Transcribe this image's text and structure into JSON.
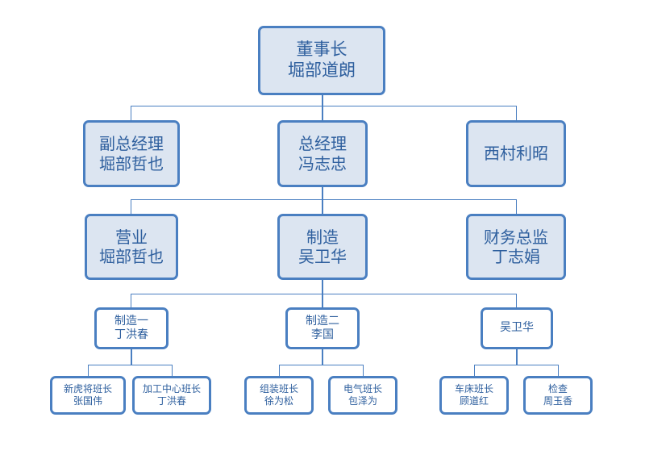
{
  "chart_data": {
    "type": "diagram",
    "diagram_kind": "organization-chart",
    "title": "",
    "colors": {
      "box_border": "#4a7fc1",
      "box_fill_primary": "#dce5f1",
      "box_fill_secondary": "#ffffff",
      "text": "#2e5f9e",
      "connector": "#4a7fc1",
      "background": "#ffffff"
    },
    "levels": [
      {
        "level": 1,
        "nodes": [
          {
            "id": "chairman",
            "title": "董事长",
            "name": "堀部道朗",
            "style": "filled"
          }
        ]
      },
      {
        "level": 2,
        "nodes": [
          {
            "id": "deputy-gm",
            "title": "副总经理",
            "name": "堀部哲也",
            "style": "filled"
          },
          {
            "id": "general-manager",
            "title": "总经理",
            "name": "冯志忠",
            "style": "filled"
          },
          {
            "id": "nishimura",
            "title": "西村利昭",
            "name": "",
            "style": "filled"
          }
        ]
      },
      {
        "level": 3,
        "nodes": [
          {
            "id": "sales",
            "title": "营业",
            "name": "堀部哲也",
            "style": "filled"
          },
          {
            "id": "manufacturing",
            "title": "制造",
            "name": "吴卫华",
            "style": "filled"
          },
          {
            "id": "finance-director",
            "title": "财务总监",
            "name": "丁志娟",
            "style": "filled"
          }
        ]
      },
      {
        "level": 4,
        "nodes": [
          {
            "id": "mfg-one",
            "title": "制造一",
            "name": "丁洪春",
            "style": "plain"
          },
          {
            "id": "mfg-two",
            "title": "制造二",
            "name": "李国",
            "style": "plain"
          },
          {
            "id": "wu-weihua",
            "title": "吴卫华",
            "name": "",
            "style": "plain"
          }
        ]
      },
      {
        "level": 5,
        "nodes": [
          {
            "id": "xinhujiang-team",
            "title": "新虎将班长",
            "name": "张国伟",
            "style": "plain"
          },
          {
            "id": "machining-center-team",
            "title": "加工中心班长",
            "name": "丁洪春",
            "style": "plain"
          },
          {
            "id": "assembly-team",
            "title": "组装班长",
            "name": "徐为松",
            "style": "plain"
          },
          {
            "id": "electrical-team",
            "title": "电气班长",
            "name": "包泽为",
            "style": "plain"
          },
          {
            "id": "lathe-team",
            "title": "车床班长",
            "name": "顾道红",
            "style": "plain"
          },
          {
            "id": "inspection-team",
            "title": "检查",
            "name": "周玉香",
            "style": "plain"
          }
        ]
      }
    ],
    "edges": [
      {
        "from": "chairman",
        "to": "deputy-gm"
      },
      {
        "from": "chairman",
        "to": "general-manager"
      },
      {
        "from": "chairman",
        "to": "nishimura"
      },
      {
        "from": "general-manager",
        "to": "sales"
      },
      {
        "from": "general-manager",
        "to": "manufacturing"
      },
      {
        "from": "general-manager",
        "to": "finance-director"
      },
      {
        "from": "manufacturing",
        "to": "mfg-one"
      },
      {
        "from": "manufacturing",
        "to": "mfg-two"
      },
      {
        "from": "manufacturing",
        "to": "wu-weihua"
      },
      {
        "from": "mfg-one",
        "to": "xinhujiang-team"
      },
      {
        "from": "mfg-one",
        "to": "machining-center-team"
      },
      {
        "from": "mfg-two",
        "to": "assembly-team"
      },
      {
        "from": "mfg-two",
        "to": "electrical-team"
      },
      {
        "from": "wu-weihua",
        "to": "lathe-team"
      },
      {
        "from": "wu-weihua",
        "to": "inspection-team"
      }
    ]
  },
  "nodes": {
    "chairman": {
      "title": "董事长",
      "name": "堀部道朗"
    },
    "deputy_gm": {
      "title": "副总经理",
      "name": "堀部哲也"
    },
    "general_manager": {
      "title": "总经理",
      "name": "冯志忠"
    },
    "nishimura": {
      "title": "西村利昭",
      "name": ""
    },
    "sales": {
      "title": "营业",
      "name": "堀部哲也"
    },
    "manufacturing": {
      "title": "制造",
      "name": "吴卫华"
    },
    "finance_director": {
      "title": "财务总监",
      "name": "丁志娟"
    },
    "mfg_one": {
      "title": "制造一",
      "name": "丁洪春"
    },
    "mfg_two": {
      "title": "制造二",
      "name": "李国"
    },
    "wu_weihua": {
      "title": "吴卫华",
      "name": ""
    },
    "xinhujiang_team": {
      "title": "新虎将班长",
      "name": "张国伟"
    },
    "machining_center_team": {
      "title": "加工中心班长",
      "name": "丁洪春"
    },
    "assembly_team": {
      "title": "组装班长",
      "name": "徐为松"
    },
    "electrical_team": {
      "title": "电气班长",
      "name": "包泽为"
    },
    "lathe_team": {
      "title": "车床班长",
      "name": "顾道红"
    },
    "inspection_team": {
      "title": "检查",
      "name": "周玉香"
    }
  }
}
